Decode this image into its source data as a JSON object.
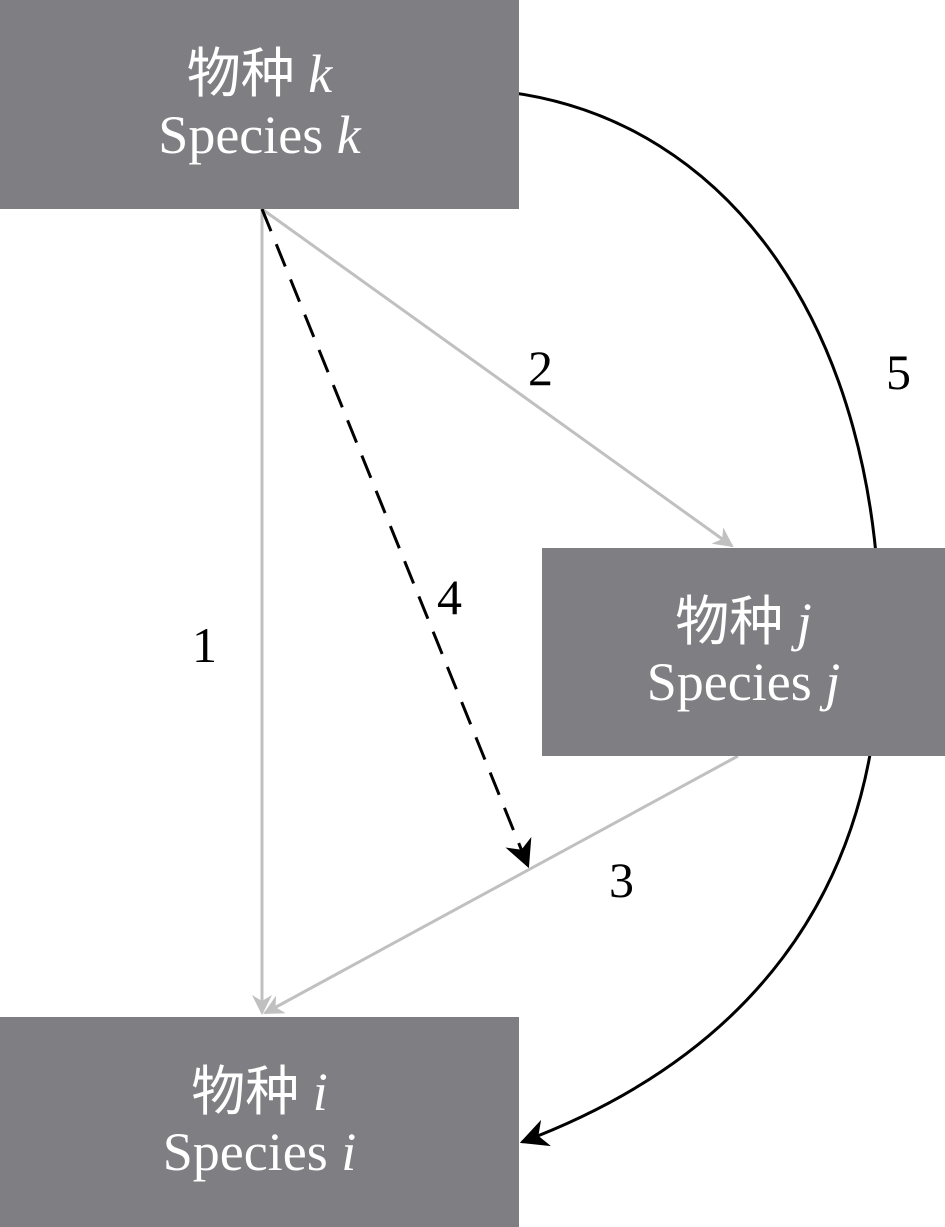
{
  "nodes": {
    "k": {
      "cn": "物种",
      "en": "Species",
      "var": "k"
    },
    "j": {
      "cn": "物种",
      "en": "Species",
      "var": "j"
    },
    "i": {
      "cn": "物种",
      "en": "Species",
      "var": "i"
    }
  },
  "edges": [
    {
      "id": "1",
      "label": "1",
      "from": "k",
      "to": "i",
      "style": "solid",
      "color": "#c0c0c0"
    },
    {
      "id": "2",
      "label": "2",
      "from": "k",
      "to": "j",
      "style": "solid",
      "color": "#c0c0c0"
    },
    {
      "id": "3",
      "label": "3",
      "from": "j",
      "to": "i",
      "style": "solid",
      "color": "#c0c0c0"
    },
    {
      "id": "4",
      "label": "4",
      "from": "k",
      "to": "edge-3",
      "style": "dashed",
      "color": "#000000"
    },
    {
      "id": "5",
      "label": "5",
      "from": "k",
      "to": "i",
      "style": "curved",
      "color": "#000000"
    }
  ],
  "colors": {
    "node_fill": "#7f7e83",
    "node_text": "#ffffff",
    "light_edge": "#c0c0c0",
    "dark_edge": "#000000"
  }
}
